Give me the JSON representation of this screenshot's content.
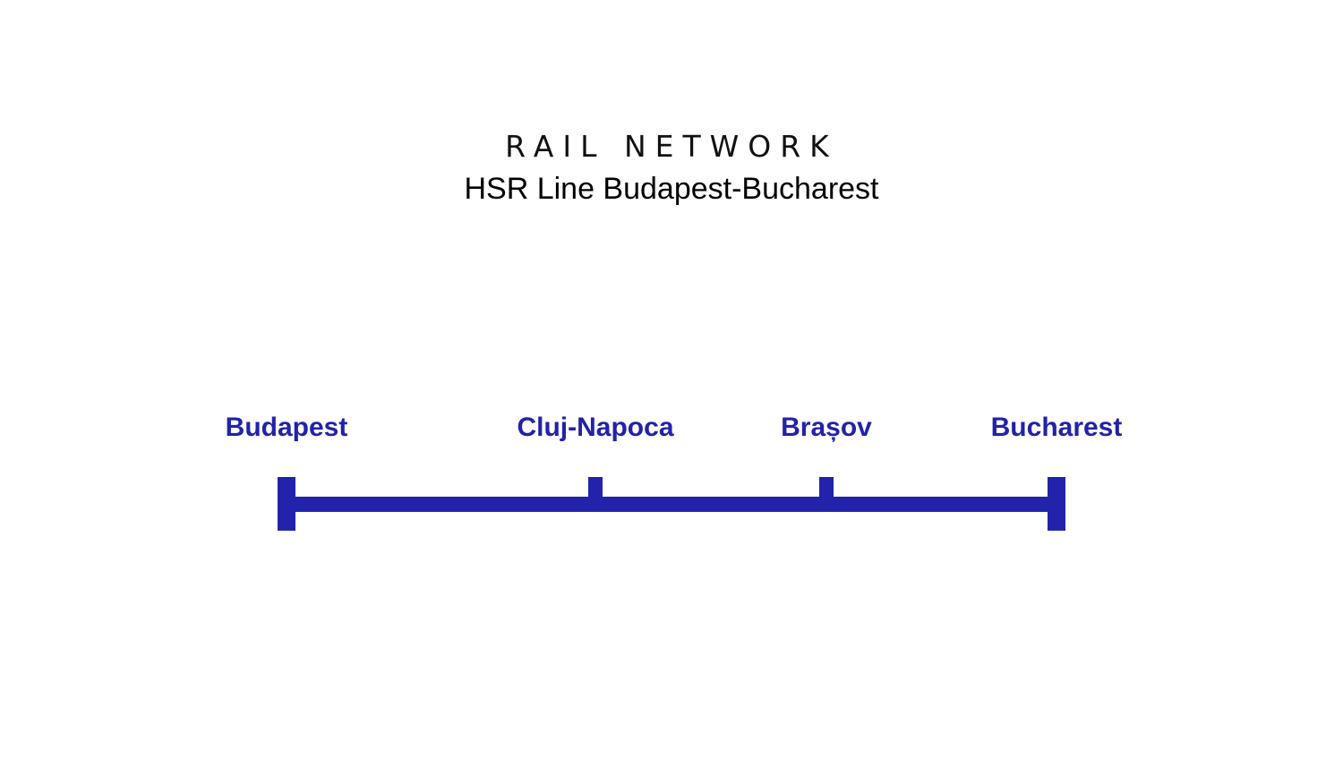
{
  "colors": {
    "accent": "#2222aa",
    "title_text": "#111111"
  },
  "header": {
    "title": "RAIL NETWORK",
    "subtitle": "HSR Line Budapest-Bucharest"
  },
  "line": {
    "stations": [
      {
        "label": "Budapest",
        "type": "terminal"
      },
      {
        "label": "Cluj-Napoca",
        "type": "stop"
      },
      {
        "label": "Brașov",
        "type": "stop"
      },
      {
        "label": "Bucharest",
        "type": "terminal"
      }
    ]
  }
}
